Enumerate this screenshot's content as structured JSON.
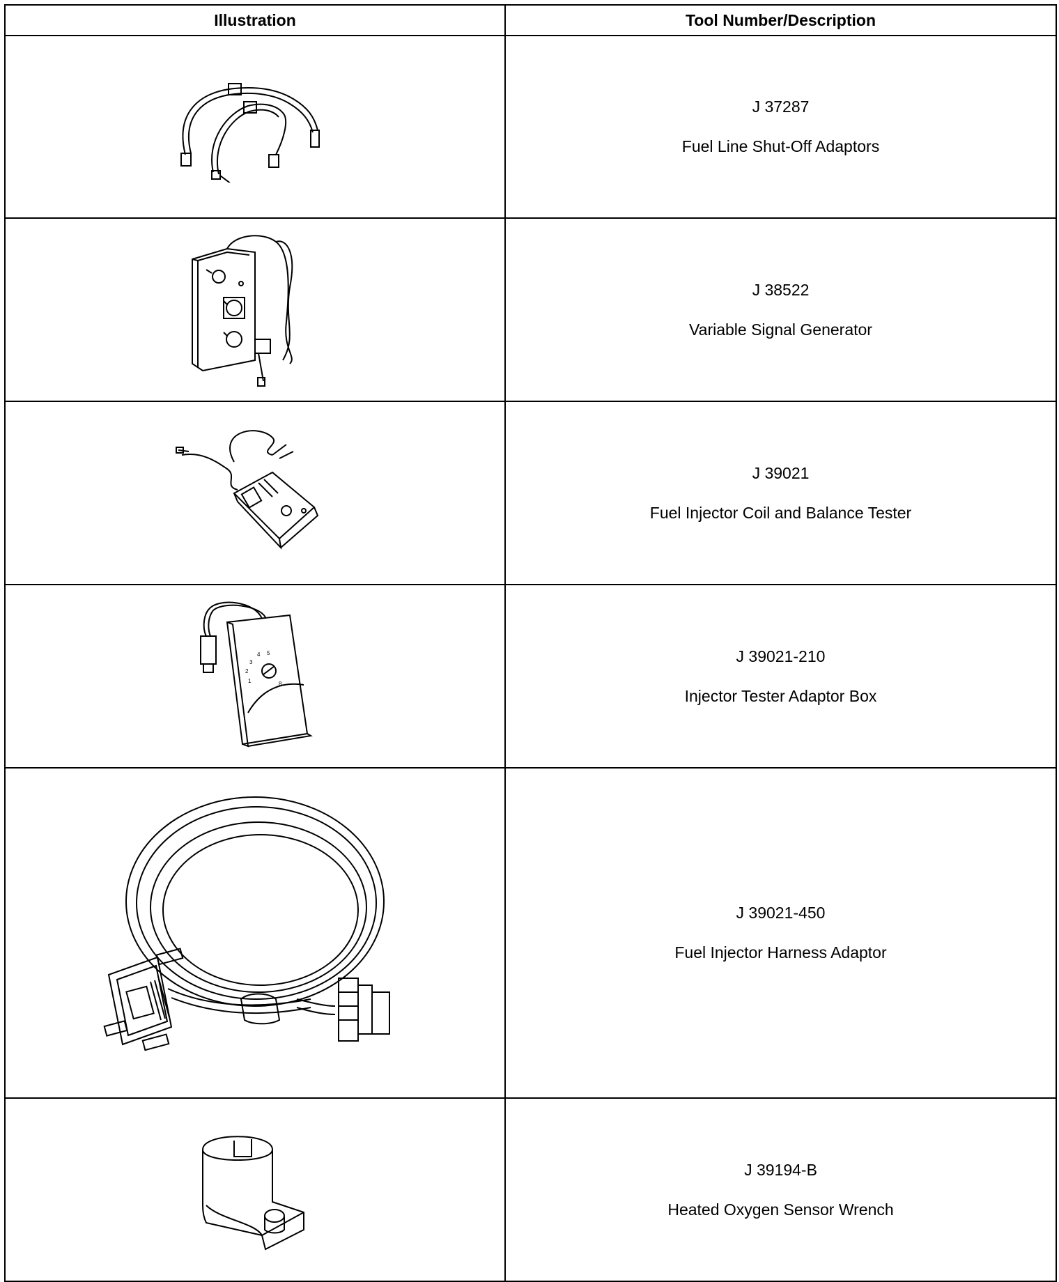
{
  "table": {
    "headers": {
      "illustration": "Illustration",
      "tool": "Tool Number/Description"
    },
    "rows": [
      {
        "number": "J 37287",
        "description": "Fuel Line Shut-Off Adaptors",
        "icon": "fuel-line-adaptors-icon"
      },
      {
        "number": "J 38522",
        "description": "Variable Signal Generator",
        "icon": "signal-generator-icon"
      },
      {
        "number": "J 39021",
        "description": "Fuel Injector Coil and Balance Tester",
        "icon": "injector-tester-icon"
      },
      {
        "number": "J 39021-210",
        "description": "Injector Tester Adaptor Box",
        "icon": "adaptor-box-icon"
      },
      {
        "number": "J 39021-450",
        "description": "Fuel Injector Harness Adaptor",
        "icon": "harness-adaptor-icon"
      },
      {
        "number": "J 39194-B",
        "description": "Heated Oxygen Sensor Wrench",
        "icon": "oxygen-sensor-wrench-icon"
      }
    ]
  }
}
